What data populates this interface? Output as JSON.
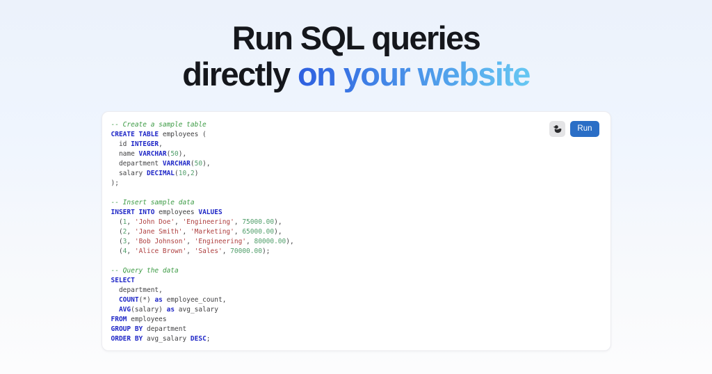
{
  "page": {
    "background_top_color": "#eff5fe",
    "background_bottom_color": "#fcfcfd"
  },
  "hero": {
    "title_line1": "Run SQL queries",
    "title_line2_dark": "directly ",
    "title_line2_gradient": "on your website",
    "gradient_from": "#2e5fe0",
    "gradient_to": "#66c7f2",
    "title_color": "#15171c"
  },
  "editor": {
    "toolbar": {
      "duck_icon": "duck-icon",
      "duck_button_color": "#e4e4e6",
      "run_label": "Run",
      "run_color": "#2a6ec6"
    },
    "syntax_colors": {
      "keyword": "#1f27c7",
      "comment": "#3b9a43",
      "string": "#ae3f3f",
      "number": "#4f9d69",
      "plain": "#3f3f41"
    },
    "code_lines": [
      [
        [
          "c",
          "-- Create a sample table"
        ]
      ],
      [
        [
          "k",
          "CREATE TABLE"
        ],
        [
          "p",
          " employees ("
        ]
      ],
      [
        [
          "p",
          "  id "
        ],
        [
          "k",
          "INTEGER"
        ],
        [
          "p",
          ","
        ]
      ],
      [
        [
          "p",
          "  name "
        ],
        [
          "k",
          "VARCHAR"
        ],
        [
          "p",
          "("
        ],
        [
          "n",
          "50"
        ],
        [
          "p",
          "),"
        ]
      ],
      [
        [
          "p",
          "  department "
        ],
        [
          "k",
          "VARCHAR"
        ],
        [
          "p",
          "("
        ],
        [
          "n",
          "50"
        ],
        [
          "p",
          "),"
        ]
      ],
      [
        [
          "p",
          "  salary "
        ],
        [
          "k",
          "DECIMAL"
        ],
        [
          "p",
          "("
        ],
        [
          "n",
          "10"
        ],
        [
          "p",
          ","
        ],
        [
          "n",
          "2"
        ],
        [
          "p",
          ")"
        ]
      ],
      [
        [
          "p",
          ");"
        ]
      ],
      [],
      [
        [
          "c",
          "-- Insert sample data"
        ]
      ],
      [
        [
          "k",
          "INSERT INTO"
        ],
        [
          "p",
          " employees "
        ],
        [
          "k",
          "VALUES"
        ]
      ],
      [
        [
          "p",
          "  ("
        ],
        [
          "n",
          "1"
        ],
        [
          "p",
          ", "
        ],
        [
          "s",
          "'John Doe'"
        ],
        [
          "p",
          ", "
        ],
        [
          "s",
          "'Engineering'"
        ],
        [
          "p",
          ", "
        ],
        [
          "n",
          "75000.00"
        ],
        [
          "p",
          "),"
        ]
      ],
      [
        [
          "p",
          "  ("
        ],
        [
          "n",
          "2"
        ],
        [
          "p",
          ", "
        ],
        [
          "s",
          "'Jane Smith'"
        ],
        [
          "p",
          ", "
        ],
        [
          "s",
          "'Marketing'"
        ],
        [
          "p",
          ", "
        ],
        [
          "n",
          "65000.00"
        ],
        [
          "p",
          "),"
        ]
      ],
      [
        [
          "p",
          "  ("
        ],
        [
          "n",
          "3"
        ],
        [
          "p",
          ", "
        ],
        [
          "s",
          "'Bob Johnson'"
        ],
        [
          "p",
          ", "
        ],
        [
          "s",
          "'Engineering'"
        ],
        [
          "p",
          ", "
        ],
        [
          "n",
          "80000.00"
        ],
        [
          "p",
          "),"
        ]
      ],
      [
        [
          "p",
          "  ("
        ],
        [
          "n",
          "4"
        ],
        [
          "p",
          ", "
        ],
        [
          "s",
          "'Alice Brown'"
        ],
        [
          "p",
          ", "
        ],
        [
          "s",
          "'Sales'"
        ],
        [
          "p",
          ", "
        ],
        [
          "n",
          "70000.00"
        ],
        [
          "p",
          ");"
        ]
      ],
      [],
      [
        [
          "c",
          "-- Query the data"
        ]
      ],
      [
        [
          "k",
          "SELECT"
        ]
      ],
      [
        [
          "p",
          "  department,"
        ]
      ],
      [
        [
          "p",
          "  "
        ],
        [
          "k",
          "COUNT"
        ],
        [
          "p",
          "(*) "
        ],
        [
          "k",
          "as"
        ],
        [
          "p",
          " employee_count,"
        ]
      ],
      [
        [
          "p",
          "  "
        ],
        [
          "k",
          "AVG"
        ],
        [
          "p",
          "(salary) "
        ],
        [
          "k",
          "as"
        ],
        [
          "p",
          " avg_salary"
        ]
      ],
      [
        [
          "k",
          "FROM"
        ],
        [
          "p",
          " employees"
        ]
      ],
      [
        [
          "k",
          "GROUP BY"
        ],
        [
          "p",
          " department"
        ]
      ],
      [
        [
          "k",
          "ORDER BY"
        ],
        [
          "p",
          " avg_salary "
        ],
        [
          "k",
          "DESC"
        ],
        [
          "p",
          ";"
        ]
      ]
    ]
  }
}
